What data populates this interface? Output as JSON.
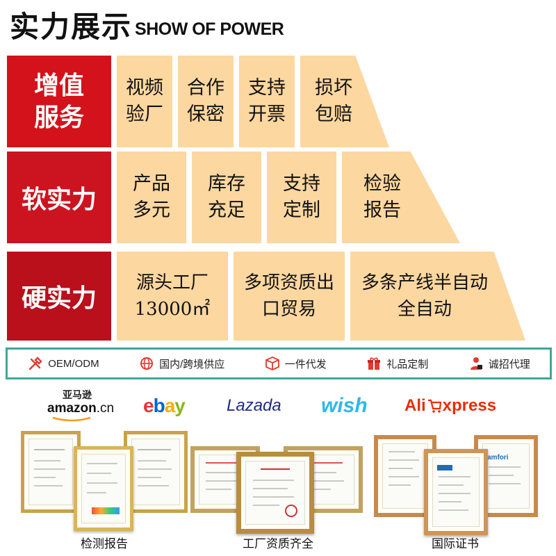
{
  "header": {
    "title_cn": "实力展示",
    "title_en": "SHOW OF POWER"
  },
  "rows": [
    {
      "label": "增值服务",
      "cells": [
        "视频验厂",
        "合作保密",
        "支持开票",
        "损坏包赔"
      ]
    },
    {
      "label": "软实力",
      "cells": [
        "产品多元",
        "库存充足",
        "支持定制",
        "检验报告"
      ]
    },
    {
      "label": "硬实力",
      "cells": [
        "源头工厂 13000㎡",
        "多项资质出口贸易",
        "多条产线半自动全自动"
      ]
    }
  ],
  "badges": [
    {
      "label": "OEM/ODM",
      "icon": "tools-icon"
    },
    {
      "label": "国内/跨境供应",
      "icon": "globe-icon"
    },
    {
      "label": "一件代发",
      "icon": "box-icon"
    },
    {
      "label": "礼品定制",
      "icon": "gift-icon"
    },
    {
      "label": "诚招代理",
      "icon": "person-icon"
    }
  ],
  "platforms": {
    "amazon_top": "亚马逊",
    "amazon": "amazon",
    "amazon_suffix": ".cn",
    "ebay": "ebay",
    "lazada": "Lazada",
    "wish": "wish",
    "aliexpress_ali": "Ali",
    "aliexpress_xpress": "xpress"
  },
  "certificates": [
    {
      "caption": "检测报告"
    },
    {
      "caption": "工厂资质齐全"
    },
    {
      "caption": "国际证书"
    }
  ],
  "colors": {
    "red": "#d4121b",
    "peach": "#fcd7a0",
    "teal": "#3fa79b",
    "frame_gold": "#c9a24a",
    "frame_wood": "#c88a4c"
  }
}
